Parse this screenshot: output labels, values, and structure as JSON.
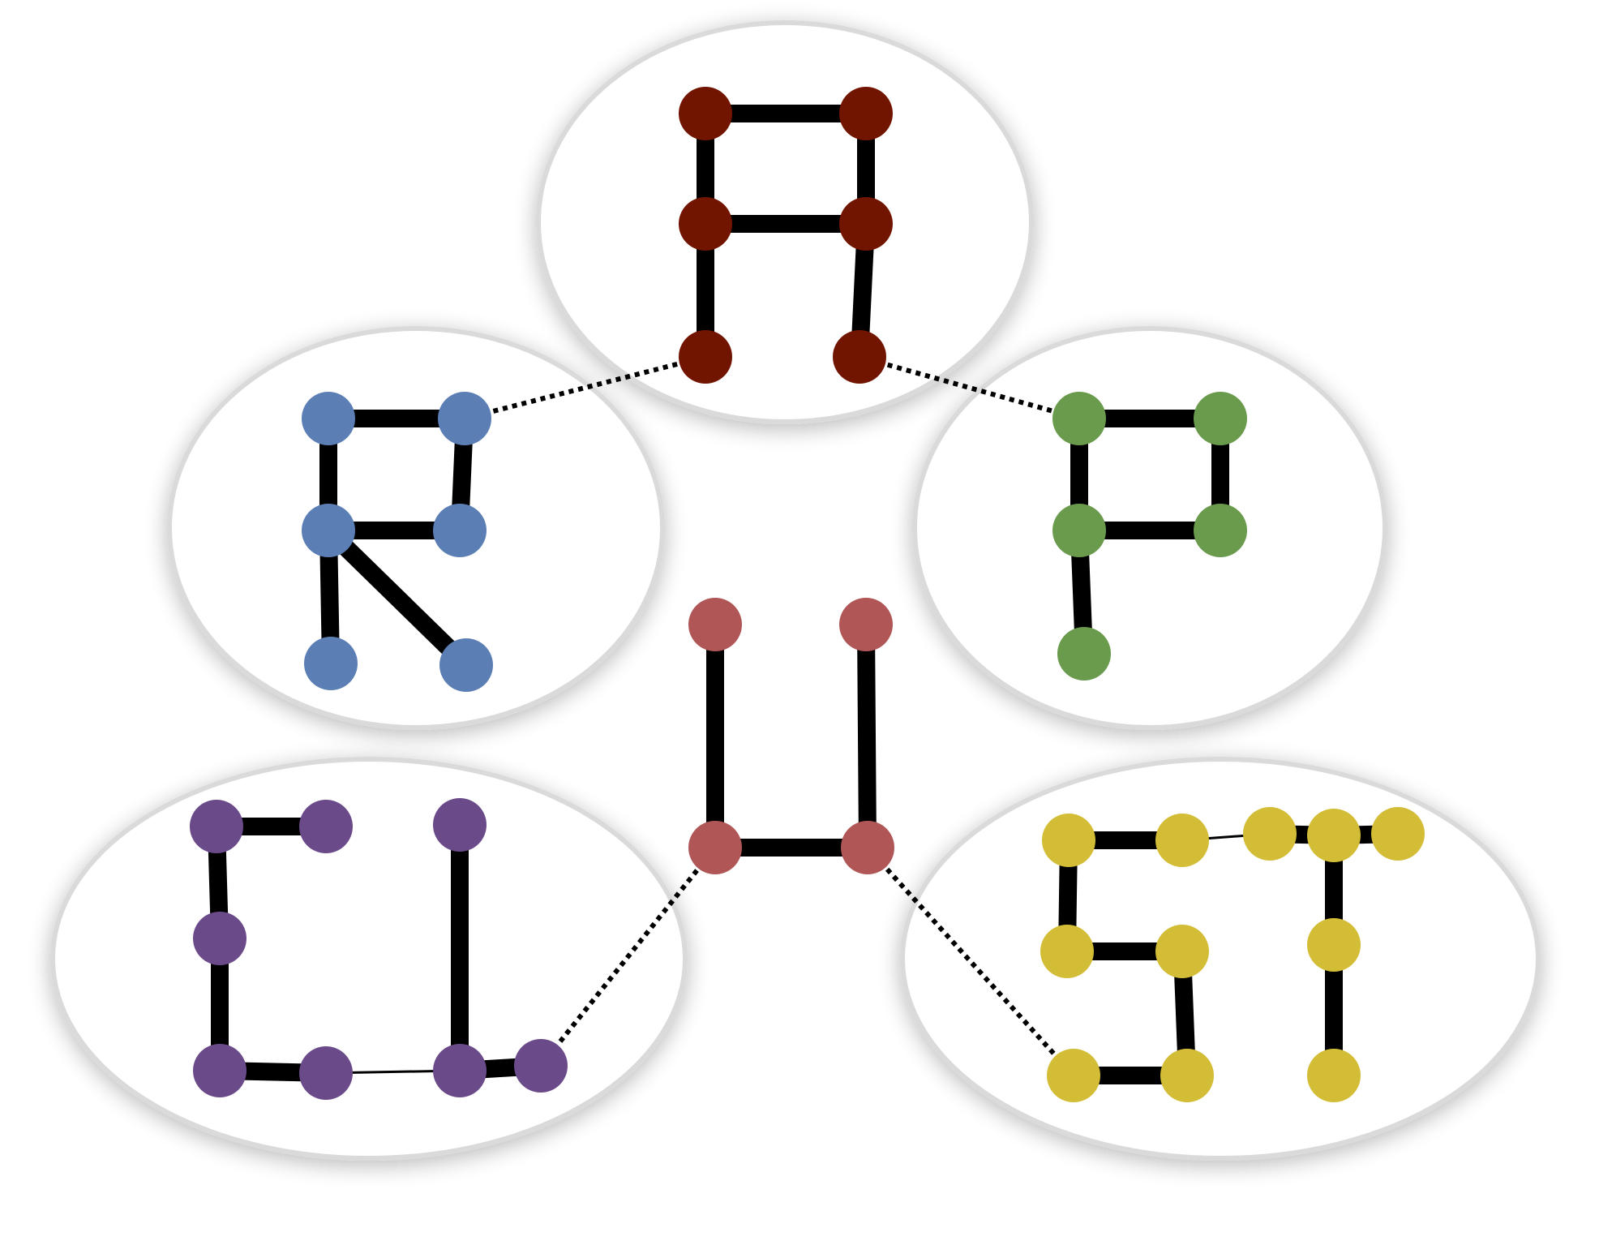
{
  "diagram": {
    "colors": {
      "cluster_fill": "#ffffff",
      "cluster_stroke": "#dadada",
      "edge": "#000000",
      "red_dark": "#721500",
      "blue": "#5b7fb4",
      "green": "#6a9a4c",
      "red_light": "#b05656",
      "purple": "#6b4a8a",
      "yellow": "#d4bd36"
    },
    "clusters": [
      {
        "id": "cluster-top",
        "color": "red_dark",
        "letter_shape": "A"
      },
      {
        "id": "cluster-left",
        "color": "blue",
        "letter_shape": "R"
      },
      {
        "id": "cluster-right",
        "color": "green",
        "letter_shape": "P"
      },
      {
        "id": "cluster-bottom-left",
        "color": "purple",
        "letter_shape": "CL"
      },
      {
        "id": "cluster-bottom-right",
        "color": "yellow",
        "letter_shape": "ST"
      },
      {
        "id": "center-group",
        "color": "red_light",
        "letter_shape": "U",
        "enclosed": false
      }
    ],
    "inter_cluster_links": [
      {
        "from": "cluster-top",
        "to": "cluster-left",
        "style": "dotted"
      },
      {
        "from": "cluster-top",
        "to": "cluster-right",
        "style": "dotted"
      },
      {
        "from": "center-group",
        "to": "cluster-bottom-left",
        "style": "dotted"
      },
      {
        "from": "center-group",
        "to": "cluster-bottom-right",
        "style": "dotted"
      }
    ]
  }
}
